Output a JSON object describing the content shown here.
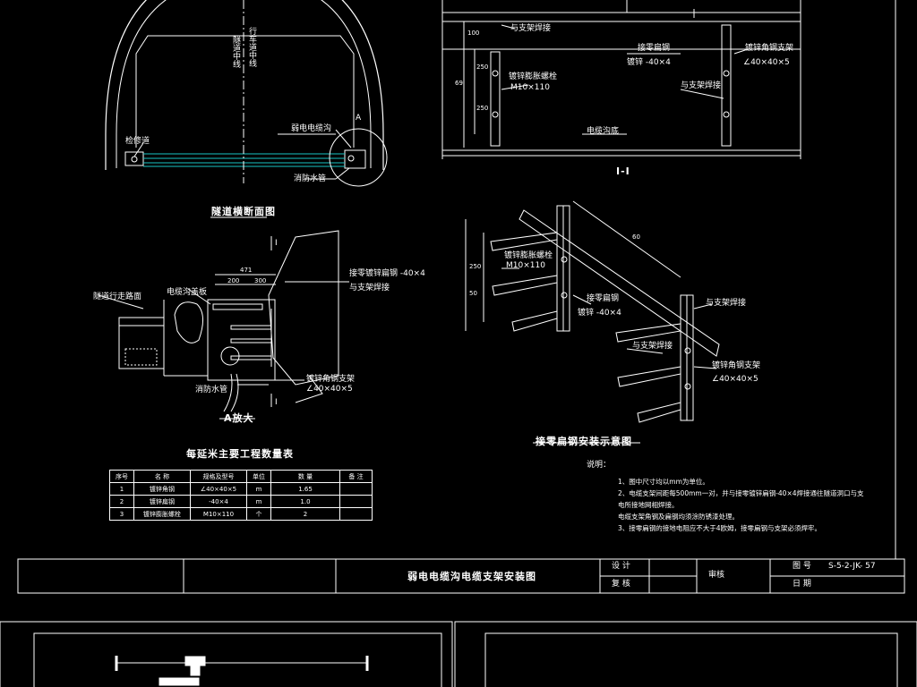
{
  "drawing": {
    "title": "弱电电缆沟电缆支架安装图",
    "tunnel_section_title": "隧道横断面图",
    "enlarge_title": "A放大",
    "schematic_title": "接零扁钢安装示意图",
    "section_mark": "I-I",
    "table_title": "每延米主要工程数量表"
  },
  "tunnel_labels": {
    "centerline": "隧道中线",
    "lane_centerline": "行车道中线",
    "cable_trench": "弱电电缆沟",
    "drain_pipe": "消防水管",
    "repair_way": "检修道",
    "detail_mark": "A"
  },
  "enlarge_labels": {
    "trench_cover": "电缆沟盖板",
    "repair_side": "隧道行走路面",
    "ground_flat_steel": "接零镀锌扁钢 -40×4",
    "weld_note": "与支架焊接",
    "angle_bracket": "镀锌角钢支架",
    "angle_spec": "∠40×40×5",
    "water_pipe": "消防水管",
    "dim_471": "471",
    "dim_200": "200",
    "dim_300": "300",
    "section_i": "I"
  },
  "section_labels": {
    "weld_top": "与支架焊接",
    "flat_steel": "接零扁钢",
    "flat_spec": "镀锌 -40×4",
    "anchor_bolt": "镀锌膨胀螺栓",
    "anchor_spec": "M10×110",
    "bracket": "镀锌角钢支架",
    "bracket_spec": "∠40×40×5",
    "weld_side": "与支架焊接",
    "trench_bottom": "电缆沟底",
    "dim_100": "100",
    "dim_69": "69",
    "dim_250": "250",
    "dim_250b": "250"
  },
  "schematic_labels": {
    "weld": "与支架焊接",
    "anchor": "镀锌膨胀螺栓",
    "anchor_spec": "M10×110",
    "flat": "接零扁钢",
    "flat_spec": "镀锌 -40×4",
    "weld2": "与支架焊接",
    "bracket": "镀锌角钢支架",
    "bracket_spec": "∠40×40×5",
    "dim_60": "60",
    "dim_250": "250",
    "dim_50": "50"
  },
  "quantity_table": {
    "headers": [
      "序号",
      "名 称",
      "规格及型号",
      "单位",
      "数 量",
      "备 注"
    ],
    "rows": [
      [
        "1",
        "镀锌角钢",
        "∠40×40×5",
        "m",
        "1.65",
        ""
      ],
      [
        "2",
        "镀锌扁钢",
        "-40×4",
        "m",
        "1.0",
        ""
      ],
      [
        "3",
        "镀锌膨胀螺栓",
        "M10×110",
        "个",
        "2",
        ""
      ]
    ]
  },
  "notes": {
    "heading": "说明：",
    "lines": [
      "1、图中尺寸均以mm为单位。",
      "2、电缆支架间距每500mm一对，并与接零镀锌扁钢-40×4焊接通往隧道洞口与支",
      "   电所接地网相焊接。",
      "   电缆支架角钢及扁钢均须涂防锈漆处理。",
      "3、接零扁钢的接地电阻应不大于4欧姆，接零扁钢与支架必须焊牢。"
    ]
  },
  "title_block": {
    "design": "设 计",
    "review": "复 核",
    "check": "审核",
    "drawing_no_label": "图 号",
    "drawing_no": "S-5-2-JK- 57",
    "date_label": "日 期"
  },
  "colors": {
    "line": "#ffffff",
    "accent": "#19c5c5",
    "background": "#000000"
  }
}
